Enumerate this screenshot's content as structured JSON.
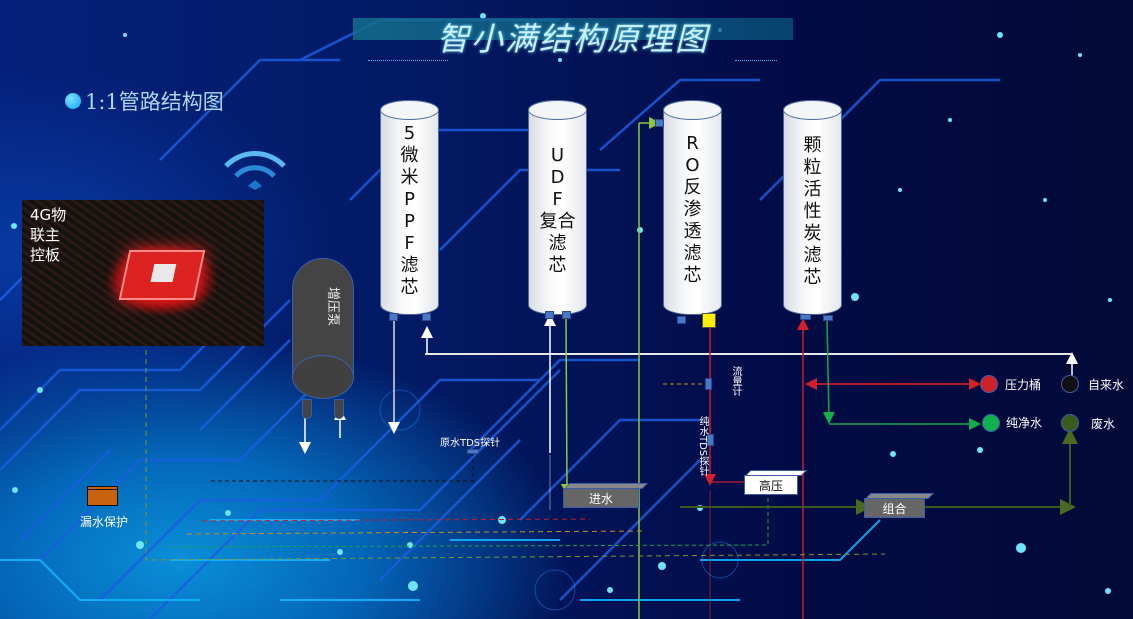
{
  "title": "智小满结构原理图",
  "subtitle": "1:1管路结构图",
  "board": {
    "label": "4G物联主控板",
    "lines": [
      "4G物",
      "联主",
      "控板"
    ]
  },
  "pump": {
    "label": "增压泵"
  },
  "filters": [
    {
      "id": "ppf",
      "label": "5微米PPF滤芯",
      "lines": [
        "5",
        "微",
        "米",
        "P",
        "P",
        "F",
        "滤",
        "芯"
      ]
    },
    {
      "id": "udf",
      "label": "UDF复合滤芯",
      "lines": [
        "U",
        "D",
        "F",
        "复合",
        "滤",
        "芯"
      ]
    },
    {
      "id": "ro",
      "label": "RO反渗透滤芯",
      "lines": [
        "R",
        "O",
        "反",
        "渗",
        "透",
        "滤",
        "芯"
      ]
    },
    {
      "id": "carbon",
      "label": "颗粒活性炭滤芯",
      "lines": [
        "颗",
        "粒",
        "活",
        "性",
        "炭",
        "滤",
        "芯"
      ]
    }
  ],
  "valves": {
    "inlet": "进水",
    "high_pressure": "高压",
    "combo": "组合"
  },
  "sensors": {
    "raw_tds": "原水TDS探针",
    "pure_tds": "纯水TDS探针",
    "flow_meter": "流量计"
  },
  "leak_protection": "漏水保护",
  "legend": [
    {
      "label": "压力桶",
      "color": "#d0202c"
    },
    {
      "label": "自来水",
      "color": "#111111"
    },
    {
      "label": "纯净水",
      "color": "#12b04a"
    },
    {
      "label": "废水",
      "color": "#3c5a1e"
    }
  ],
  "colors": {
    "tap_water_line": "#ffffff",
    "pure_water_line": "#14a84a",
    "pressure_line": "#c81e2c",
    "inlet_line": "#8cc63f",
    "waste_line": "#3c5a1e"
  }
}
